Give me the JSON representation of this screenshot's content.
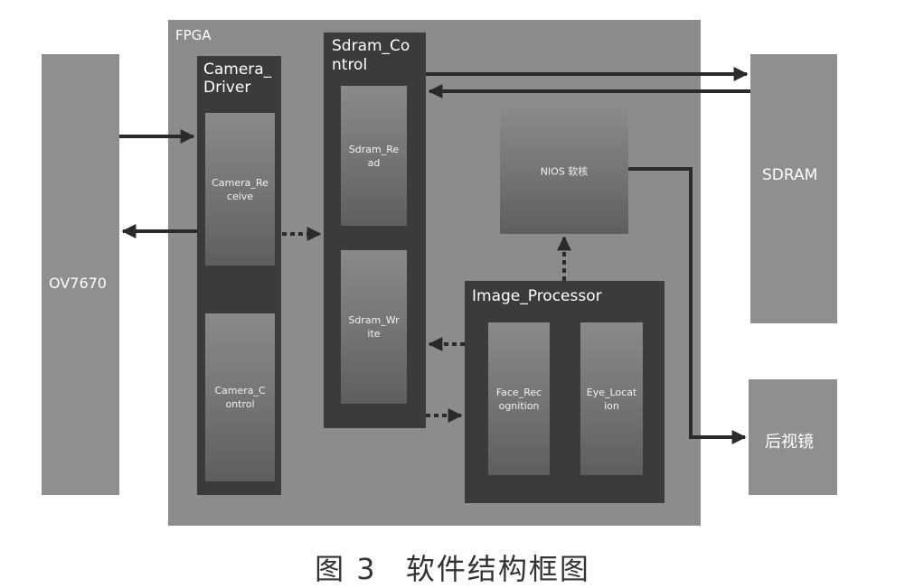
{
  "blocks": {
    "fpga": "FPGA",
    "ov7670": "OV7670",
    "camera_driver": "Camera_\nDriver",
    "camera_receive": "Camera_Re\nceive",
    "camera_control": "Camera_C\nontrol",
    "sdram_control": "Sdram_Co\nntrol",
    "sdram_read": "Sdram_Re\nad",
    "sdram_write": "Sdram_Wr\nite",
    "nios": "NIOS 软核",
    "image_processor": "Image_Processor",
    "face_recognition": "Face_Rec\nognition",
    "eye_location": "Eye_Locat\nion",
    "sdram": "SDRAM",
    "mirror": "后视镜"
  },
  "caption": {
    "figure": "图 3",
    "title": "软件结构框图"
  },
  "colors": {
    "fpga_bg": "#8c8c8c",
    "module_dark": "#3b3b3b",
    "arrow": "#2a2a2a",
    "external": "#8f8f8f"
  }
}
